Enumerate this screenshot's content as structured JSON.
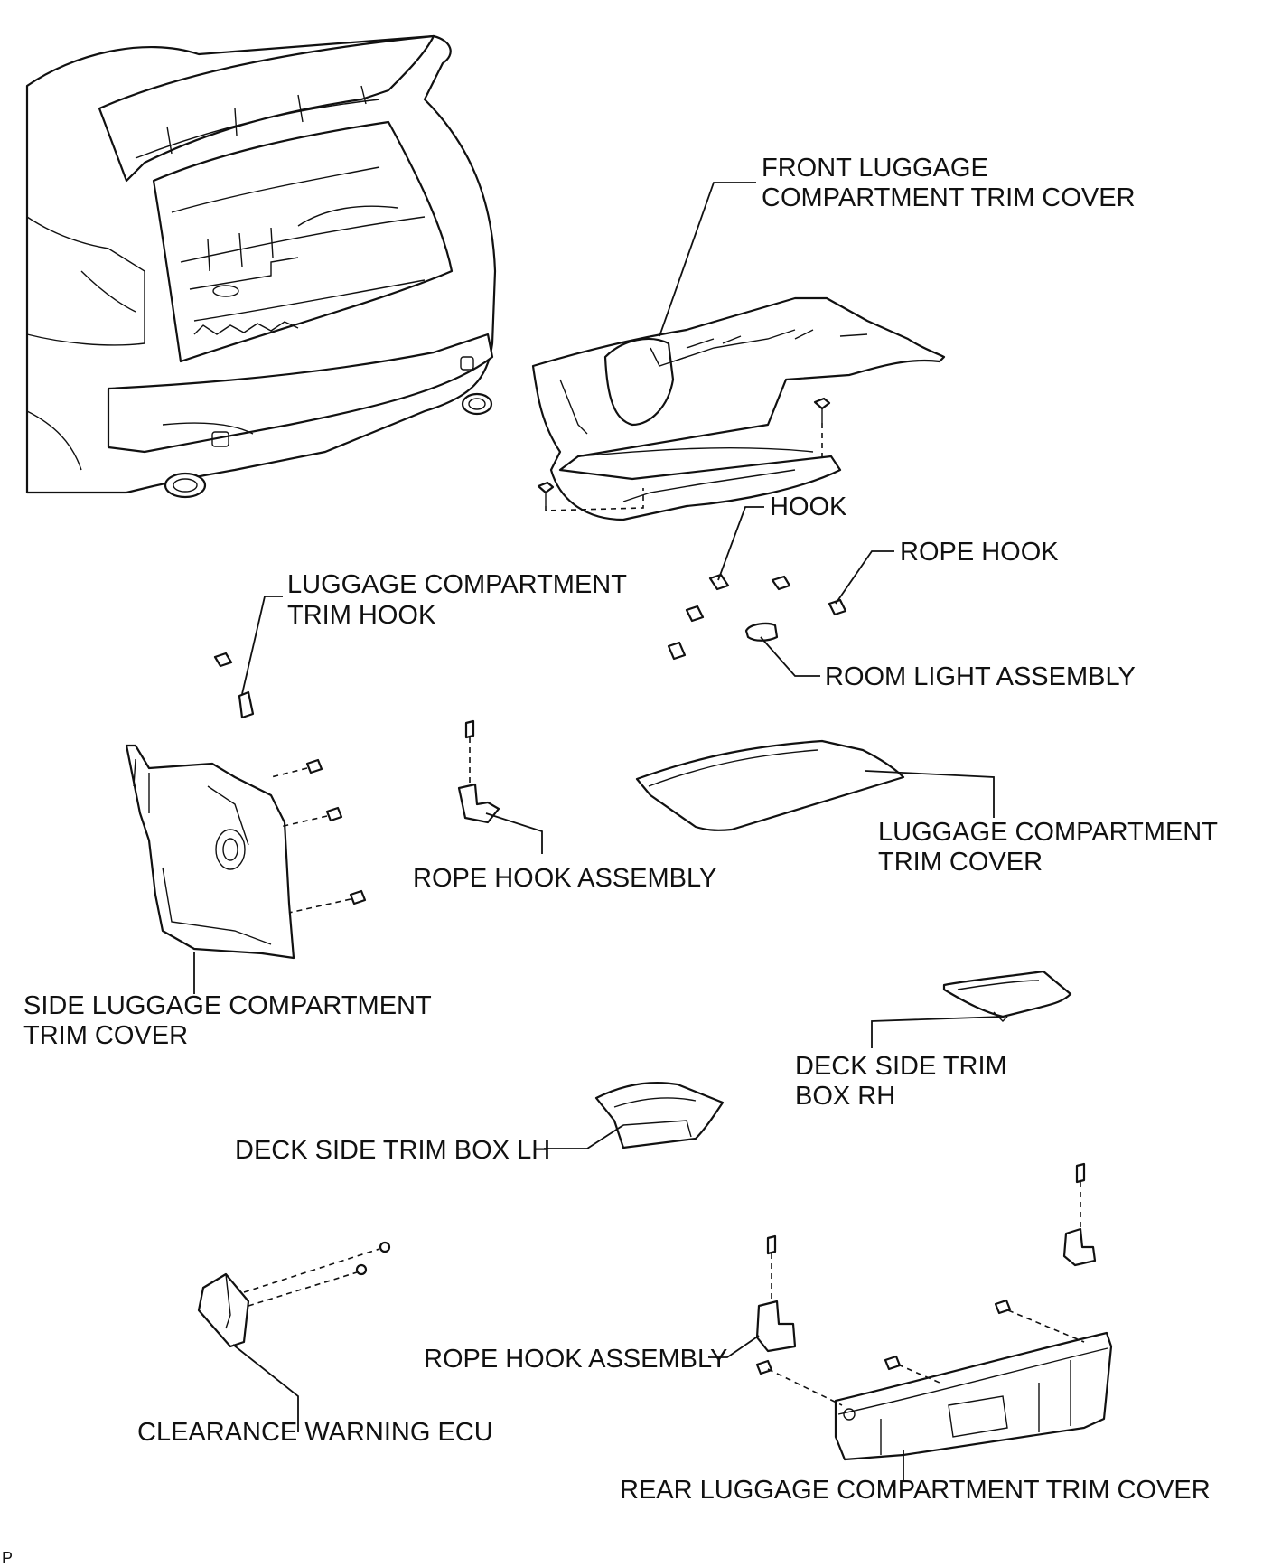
{
  "labels": {
    "front_trim_cover_1": "FRONT LUGGAGE",
    "front_trim_cover_2": "COMPARTMENT TRIM COVER",
    "hook": "HOOK",
    "rope_hook": "ROPE HOOK",
    "trim_hook_1": "LUGGAGE COMPARTMENT",
    "trim_hook_2": "TRIM HOOK",
    "room_light": "ROOM LIGHT ASSEMBLY",
    "rope_hook_assembly_upper": "ROPE HOOK ASSEMBLY",
    "trim_cover_1": "LUGGAGE COMPARTMENT",
    "trim_cover_2": "TRIM COVER",
    "side_trim_cover_1": "SIDE LUGGAGE COMPARTMENT",
    "side_trim_cover_2": "TRIM COVER",
    "deck_box_rh_1": "DECK SIDE TRIM",
    "deck_box_rh_2": "BOX RH",
    "deck_box_lh": "DECK SIDE TRIM BOX LH",
    "rope_hook_assembly_lower": "ROPE HOOK ASSEMBLY",
    "clearance_ecu": "CLEARANCE WARNING ECU",
    "rear_trim_cover": "REAR LUGGAGE COMPARTMENT TRIM COVER",
    "corner_mark": "P"
  }
}
